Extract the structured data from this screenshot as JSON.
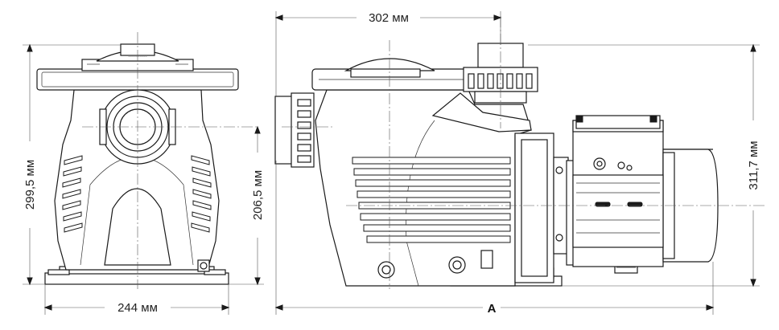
{
  "dimensions": {
    "width_top": "302 мм",
    "height_left": "299,5 мм",
    "height_axis": "206,5 мм",
    "width_bottom": "244 мм",
    "length_total": "A",
    "height_right": "311,7 мм"
  },
  "colors": {
    "line": "#1a1a1a",
    "dimension": "#555555",
    "background": "#ffffff"
  }
}
